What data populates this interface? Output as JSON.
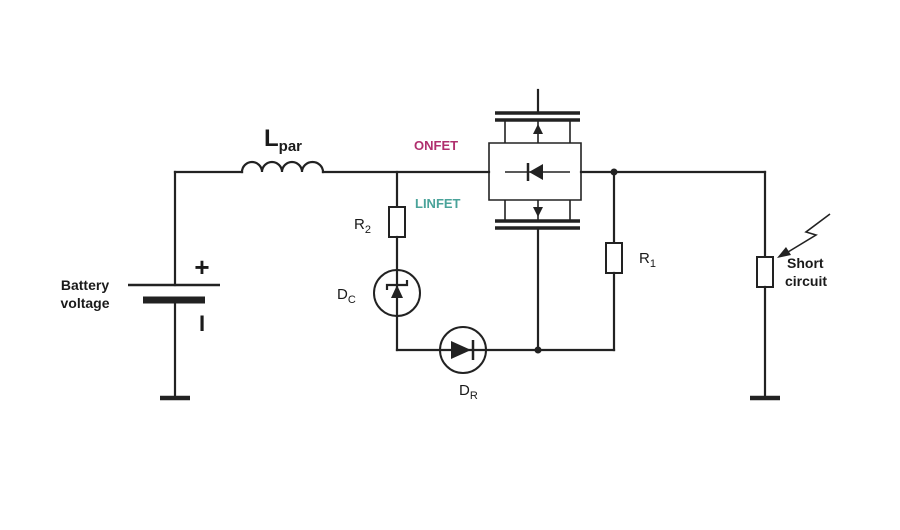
{
  "labels": {
    "inductor_main": "L",
    "inductor_sub": "par",
    "onfet": "ONFET",
    "linfet": "LINFET",
    "r2_main": "R",
    "r2_sub": "2",
    "r1_main": "R",
    "r1_sub": "1",
    "dc_main": "D",
    "dc_sub": "C",
    "dr_main": "D",
    "dr_sub": "R",
    "battery_line1": "Battery",
    "battery_line2": "voltage",
    "plus": "+",
    "minus": "I",
    "short_line1": "Short",
    "short_line2": "circuit"
  },
  "colors": {
    "wire": "#222222",
    "onfet": "#b0306e",
    "linfet": "#4aa39a",
    "text": "#1a1a1a"
  }
}
